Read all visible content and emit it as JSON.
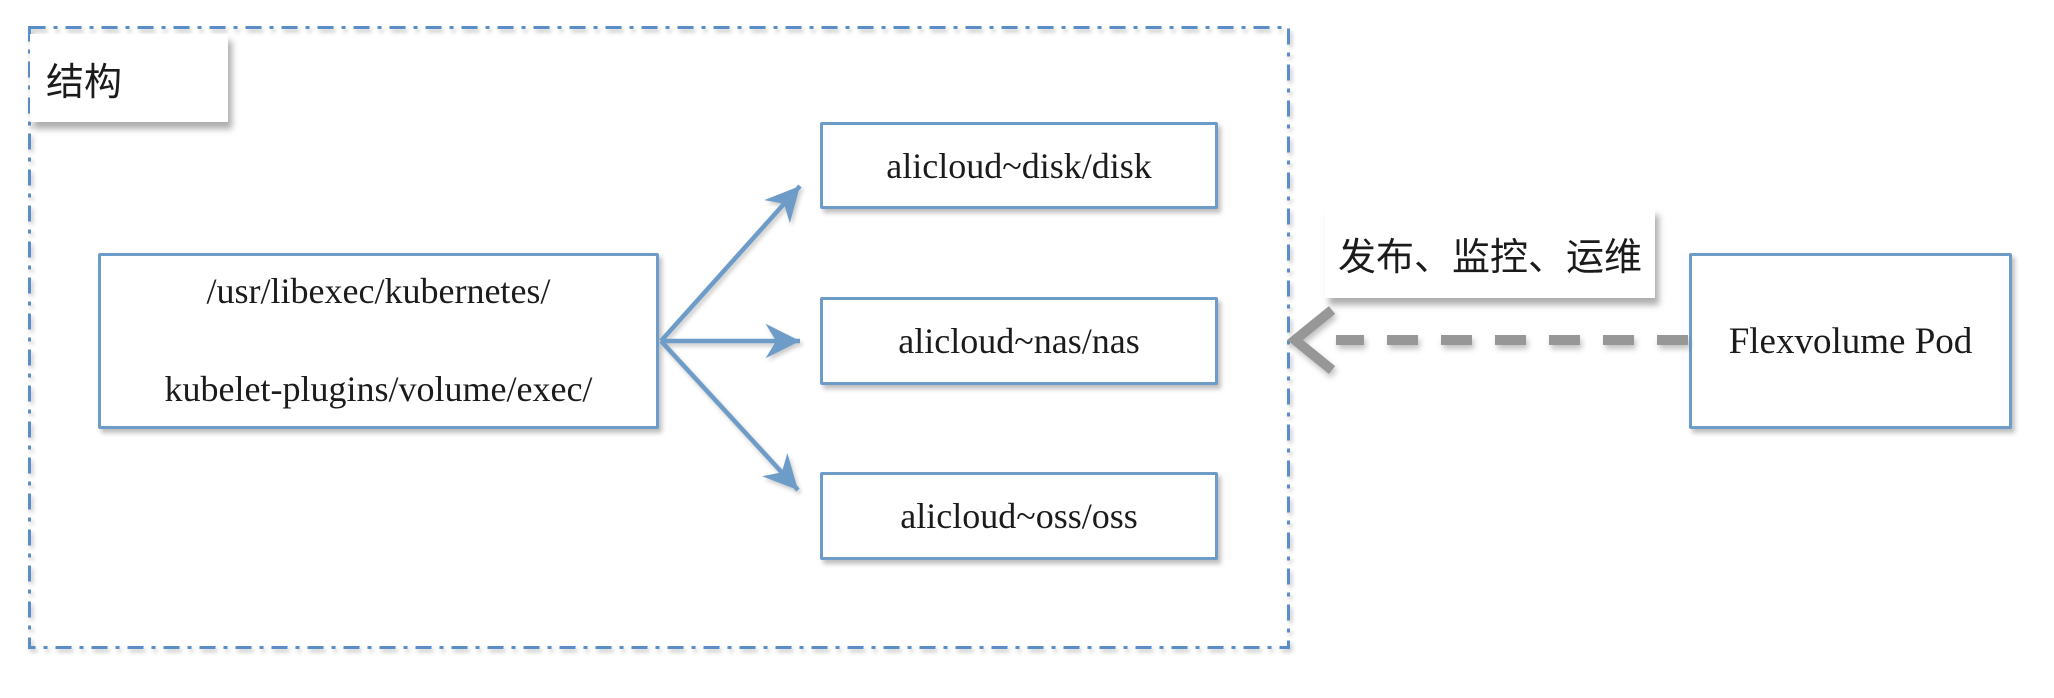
{
  "diagram": {
    "region_label": "结构",
    "source_box": {
      "line1": "/usr/libexec/kubernetes/",
      "line2": "kubelet-plugins/volume/exec/"
    },
    "plugins": [
      {
        "label": "alicloud~disk/disk"
      },
      {
        "label": "alicloud~nas/nas"
      },
      {
        "label": "alicloud~oss/oss"
      }
    ],
    "pod_box": {
      "label": "Flexvolume Pod"
    },
    "arrow_label": "发布、监控、运维",
    "colors": {
      "node_border": "#6d9cc8",
      "region_border": "#5b8dc6",
      "arrow_blue": "#6d9cc8",
      "arrow_gray": "#979797",
      "text": "#1b1b1b",
      "background": "#ffffff"
    }
  }
}
